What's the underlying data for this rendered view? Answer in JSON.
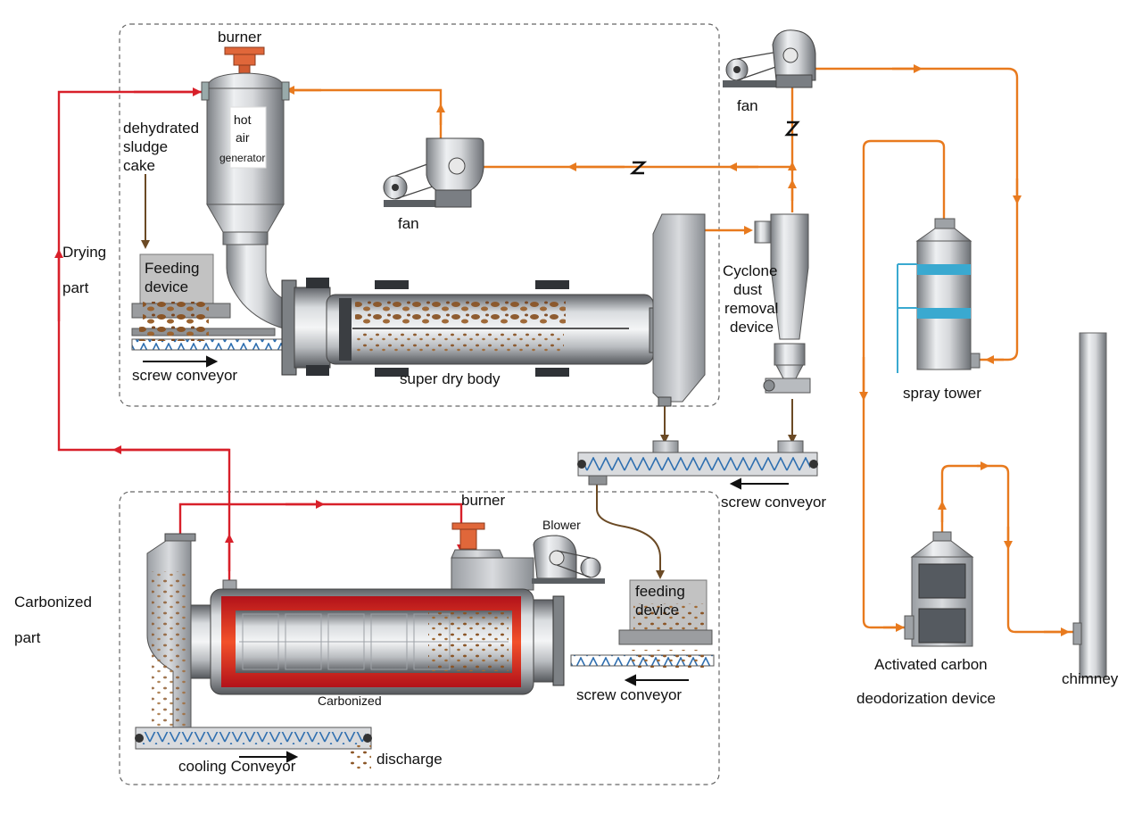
{
  "colors": {
    "hot_gas": "#d8202a",
    "exhaust": "#e87a1e",
    "material": "#6b4a25",
    "water": "#3aa9d0",
    "metal_dark": "#6f7378",
    "metal_light": "#eceef0",
    "sludge": "#8a5527"
  },
  "labels": {
    "burner_top": "burner",
    "hot_air_generator": [
      "hot",
      "air",
      "generator"
    ],
    "dehydrated": [
      "dehydrated",
      "sludge",
      "cake"
    ],
    "fan_top": "fan",
    "fan_mid": "fan",
    "drying_part": [
      "Drying",
      "part"
    ],
    "feeding_device": [
      "Feeding",
      "device"
    ],
    "screw_conveyor_1": "screw conveyor",
    "super_dry_body": "super dry body",
    "cyclone": [
      "Cyclone",
      "dust",
      "removal",
      "device"
    ],
    "spray_tower": "spray tower",
    "screw_conveyor_2": "screw conveyor",
    "burner_bottom": "burner",
    "blower": "Blower",
    "carbonized_part": [
      "Carbonized",
      "part"
    ],
    "feeding_device_2": [
      "feeding",
      "device"
    ],
    "carbonized": "Carbonized",
    "screw_conveyor_3": "screw conveyor",
    "cooling_conveyor": "cooling Conveyor",
    "discharge": "discharge",
    "activated_carbon": [
      "Activated carbon",
      "deodorization device"
    ],
    "chimney": "chimney"
  }
}
